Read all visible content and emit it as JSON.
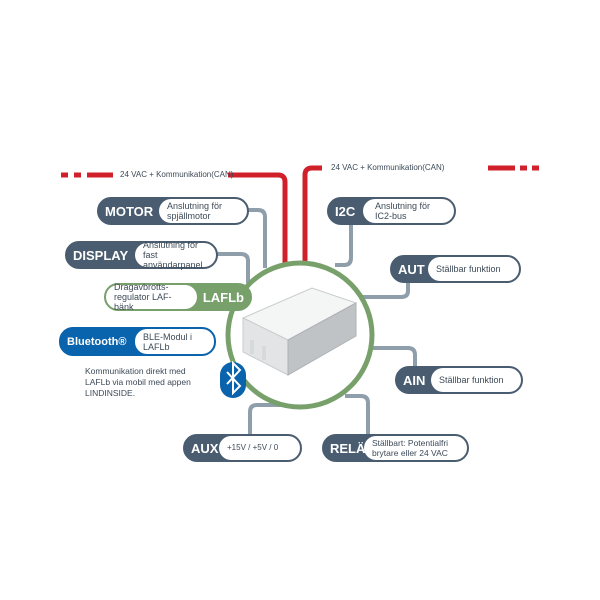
{
  "colors": {
    "dark": "#4a5d70",
    "connector": "#8f9eab",
    "green": "#77a06b",
    "red": "#d0212a",
    "bluetooth": "#0a63ad"
  },
  "power_left": "24 VAC + Kommunikation(CAN)",
  "power_right": "24 VAC + Kommunikation(CAN)",
  "motor": {
    "tag": "MOTOR",
    "desc": "Anslutning för spjällmotor"
  },
  "display": {
    "tag": "DISPLAY",
    "desc": "Anslutning för fast användarpanel"
  },
  "laflb": {
    "tag": "LAFLb",
    "desc": "Dragavbrotts- regulator LAF-bänk"
  },
  "bluetooth": {
    "tag": "Bluetooth®",
    "desc": "BLE-Modul i LAFLb",
    "note": "Kommunikation direkt med LAFLb via mobil med appen LINDINSIDE."
  },
  "i2c": {
    "tag": "I2C",
    "desc": "Anslutning för IC2-bus"
  },
  "aut": {
    "tag": "AUT",
    "desc": "Ställbar funktion"
  },
  "ain": {
    "tag": "AIN",
    "desc": "Ställbar funktion"
  },
  "aux": {
    "tag": "AUX",
    "desc": "+15V / +5V / 0"
  },
  "rela": {
    "tag": "RELÄ",
    "desc": "Ställbart: Potentialfri brytare eller 24 VAC"
  },
  "icons": [
    "bluetooth-icon",
    "device-image"
  ]
}
